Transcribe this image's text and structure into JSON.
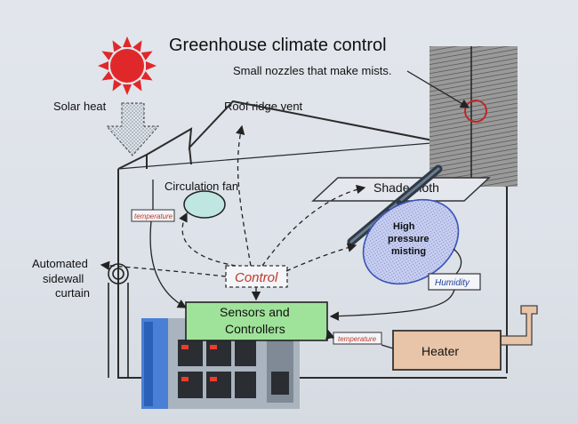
{
  "title": "Greenhouse climate control",
  "labels": {
    "solar_heat": "Solar heat",
    "roof_ridge_vent": "Roof ridge vent",
    "nozzles": "Small nozzles that make mists.",
    "circulation_fan": "Circulation fan",
    "shade_cloth": "Shade cloth",
    "temperature_1": "temperature",
    "temperature_2": "temperature",
    "control": "Control",
    "high_pressure_misting": [
      "High",
      "pressure",
      "misting"
    ],
    "humidity": "Humidity",
    "automated_sidewall_curtain": [
      "Automated",
      "sidewall",
      "curtain"
    ],
    "sensors_and_controllers": [
      "Sensors and",
      "Controllers"
    ],
    "heater": "Heater"
  },
  "colors": {
    "sun": "#e0282a",
    "control_text": "#c0392b",
    "sensor_box": "#9fe39a",
    "heater_box": "#e8c4a8",
    "fan": "#bfe6e0",
    "misting": "#c5cdee",
    "solar_arrow": "#cfd9e4"
  },
  "icons": {
    "sun": "sun-icon",
    "nozzle_photo": "nozzle-photo",
    "controller_photo": "controller-photo"
  }
}
